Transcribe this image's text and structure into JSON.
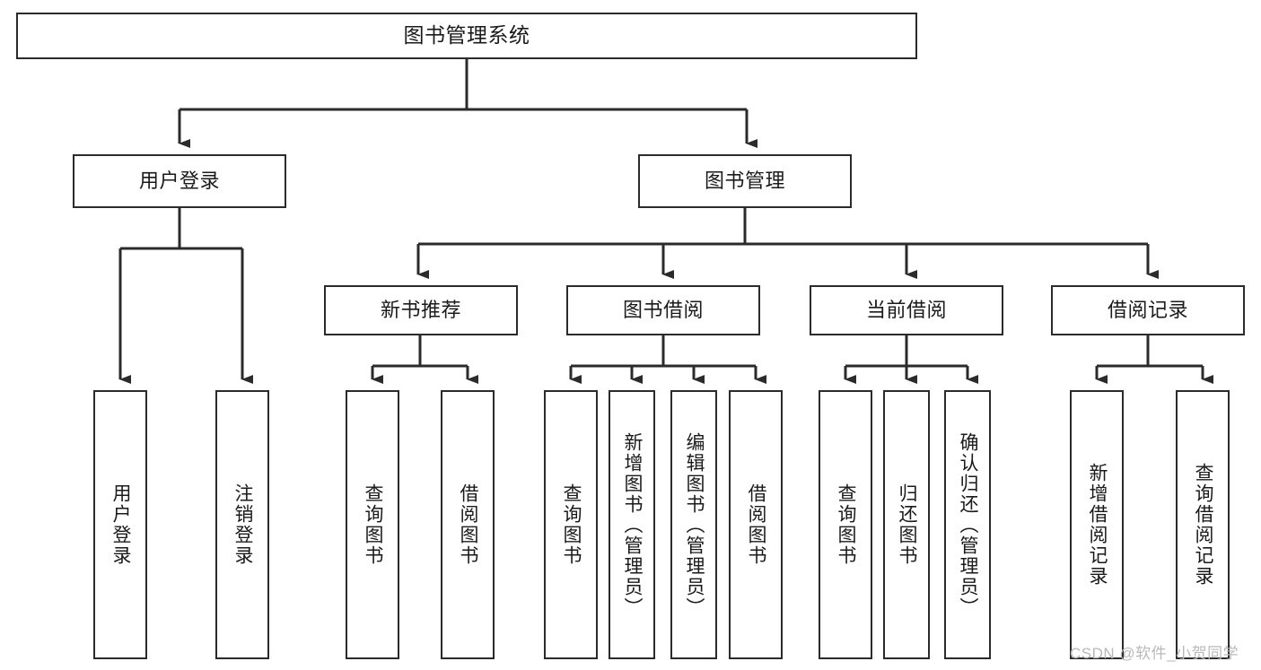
{
  "diagram": {
    "title": "图书管理系统",
    "type": "hierarchy-tree",
    "background_color": "#ffffff",
    "line_color": "#2b2b2b",
    "box_border_color": "#2b2b2b",
    "box_fill_color": "#ffffff",
    "text_color": "#1a1a1a"
  },
  "root": {
    "label": "图书管理系统"
  },
  "level1": [
    {
      "label": "用户登录"
    },
    {
      "label": "图书管理"
    }
  ],
  "level2": [
    {
      "label": "新书推荐"
    },
    {
      "label": "图书借阅"
    },
    {
      "label": "当前借阅"
    },
    {
      "label": "借阅记录"
    }
  ],
  "leaves": {
    "user_login": [
      {
        "label": "用户登录"
      },
      {
        "label": "注销登录"
      }
    ],
    "new_book_recommend": [
      {
        "label": "查询图书"
      },
      {
        "label": "借阅图书"
      }
    ],
    "book_borrow": [
      {
        "label": "查询图书"
      },
      {
        "label": "新增图书（管理员）"
      },
      {
        "label": "编辑图书（管理员）"
      },
      {
        "label": "借阅图书"
      }
    ],
    "current_borrow": [
      {
        "label": "查询图书"
      },
      {
        "label": "归还图书"
      },
      {
        "label": "确认归还（管理员）"
      }
    ],
    "borrow_record": [
      {
        "label": "新增借阅记录"
      },
      {
        "label": "查询借阅记录"
      }
    ]
  },
  "watermark": {
    "text": "CSDN @软件_小贺同学"
  }
}
